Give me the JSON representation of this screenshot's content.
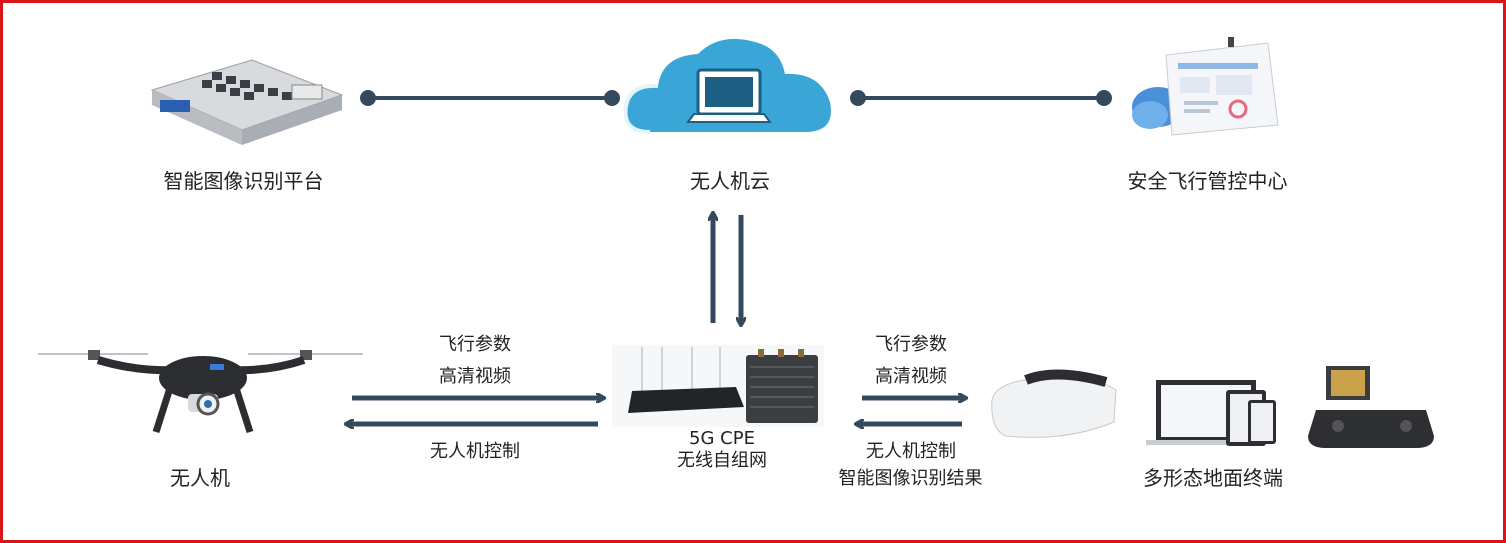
{
  "nodes": {
    "platform": "智能图像识别平台",
    "cloud": "无人机云",
    "control_center": "安全飞行管控中心",
    "drone": "无人机",
    "cpe_line1": "5G CPE",
    "cpe_line2": "无线自组网",
    "terminals": "多形态地面终端"
  },
  "left_link": {
    "up_line1": "飞行参数",
    "up_line2": "高清视频",
    "down": "无人机控制"
  },
  "right_link": {
    "up_line1": "飞行参数",
    "up_line2": "高清视频",
    "down_line1": "无人机控制",
    "down_line2": "智能图像识别结果"
  },
  "colors": {
    "frame": "#d9141b",
    "line": "#34495e",
    "cloud": "#3aa6d8"
  }
}
